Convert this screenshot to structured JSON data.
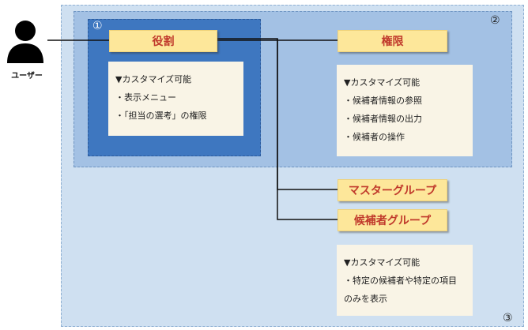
{
  "regions": {
    "r1": "①",
    "r2": "②",
    "r3": "③"
  },
  "user": {
    "label": "ユーザー",
    "icon": "person-icon"
  },
  "role": {
    "title": "役割",
    "heading": "▼カスタマイズ可能",
    "items": [
      "・表示メニュー",
      "・「担当の選考」の権限"
    ]
  },
  "permission": {
    "title": "権限",
    "heading": "▼カスタマイズ可能",
    "items": [
      "・候補者情報の参照",
      "・候補者情報の出力",
      "・候補者の操作"
    ]
  },
  "master_group": {
    "title": "マスターグループ"
  },
  "candidate_group": {
    "title": "候補者グループ",
    "heading": "▼カスタマイズ可能",
    "items": [
      "・特定の候補者や特定の項目のみを表示"
    ]
  },
  "colors": {
    "region1": "#3e77c0",
    "region2": "#a3c1e4",
    "region3": "#cfe0f1",
    "label_bg": "#fde79a",
    "label_text": "#c0392b",
    "desc_bg": "#f9f4e6"
  }
}
